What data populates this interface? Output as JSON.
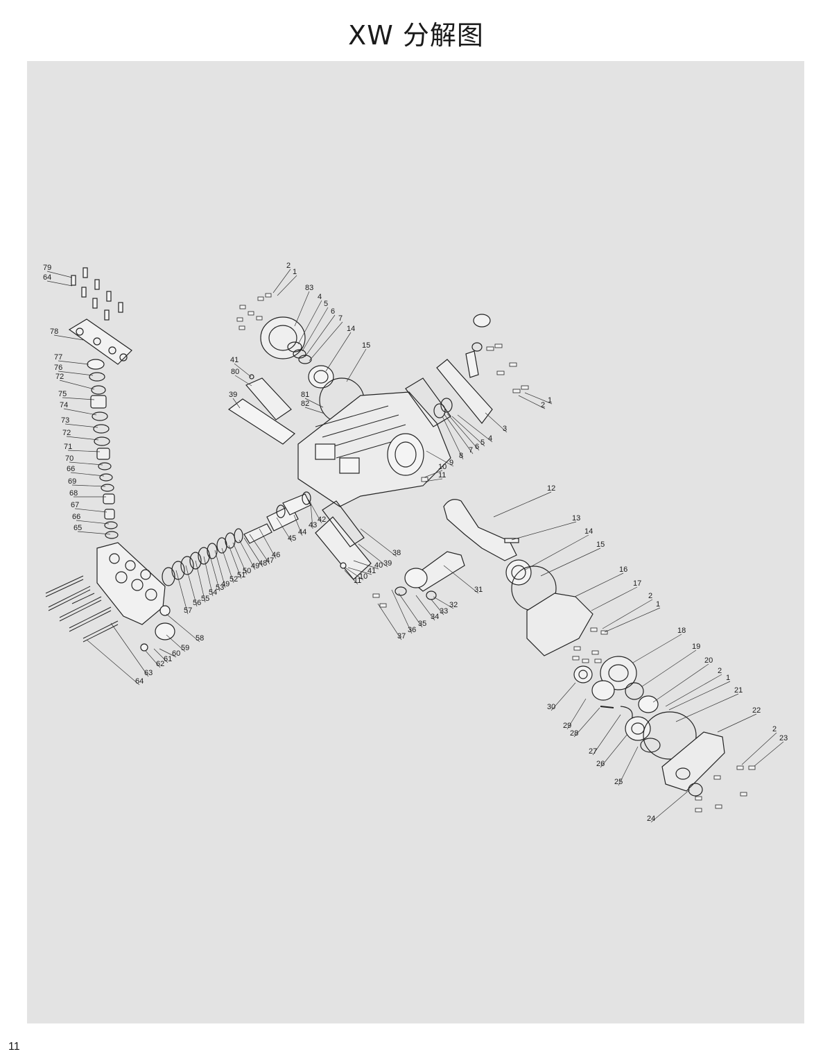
{
  "page": {
    "title": "XW 分解图",
    "page_number": "11"
  },
  "callouts": [
    {
      "text": "79"
    },
    {
      "text": "64"
    },
    {
      "text": "78"
    },
    {
      "text": "77"
    },
    {
      "text": "76"
    },
    {
      "text": "72"
    },
    {
      "text": "75"
    },
    {
      "text": "74"
    },
    {
      "text": "73"
    },
    {
      "text": "72"
    },
    {
      "text": "71"
    },
    {
      "text": "70"
    },
    {
      "text": "66"
    },
    {
      "text": "69"
    },
    {
      "text": "68"
    },
    {
      "text": "67"
    },
    {
      "text": "66"
    },
    {
      "text": "65"
    },
    {
      "text": "2"
    },
    {
      "text": "1"
    },
    {
      "text": "83"
    },
    {
      "text": "4"
    },
    {
      "text": "5"
    },
    {
      "text": "6"
    },
    {
      "text": "7"
    },
    {
      "text": "14"
    },
    {
      "text": "15"
    },
    {
      "text": "41"
    },
    {
      "text": "80"
    },
    {
      "text": "39"
    },
    {
      "text": "81"
    },
    {
      "text": "82"
    },
    {
      "text": "1"
    },
    {
      "text": "2"
    },
    {
      "text": "3"
    },
    {
      "text": "4"
    },
    {
      "text": "5"
    },
    {
      "text": "6"
    },
    {
      "text": "7"
    },
    {
      "text": "8"
    },
    {
      "text": "9"
    },
    {
      "text": "10"
    },
    {
      "text": "11"
    },
    {
      "text": "12"
    },
    {
      "text": "13"
    },
    {
      "text": "14"
    },
    {
      "text": "15"
    },
    {
      "text": "16"
    },
    {
      "text": "17"
    },
    {
      "text": "2"
    },
    {
      "text": "1"
    },
    {
      "text": "43"
    },
    {
      "text": "44"
    },
    {
      "text": "42"
    },
    {
      "text": "45"
    },
    {
      "text": "46"
    },
    {
      "text": "47"
    },
    {
      "text": "48"
    },
    {
      "text": "49"
    },
    {
      "text": "50"
    },
    {
      "text": "51"
    },
    {
      "text": "52"
    },
    {
      "text": "49"
    },
    {
      "text": "53"
    },
    {
      "text": "54"
    },
    {
      "text": "55"
    },
    {
      "text": "56"
    },
    {
      "text": "57"
    },
    {
      "text": "38"
    },
    {
      "text": "39"
    },
    {
      "text": "40"
    },
    {
      "text": "41"
    },
    {
      "text": "10"
    },
    {
      "text": "11"
    },
    {
      "text": "31"
    },
    {
      "text": "32"
    },
    {
      "text": "33"
    },
    {
      "text": "34"
    },
    {
      "text": "35"
    },
    {
      "text": "36"
    },
    {
      "text": "37"
    },
    {
      "text": "58"
    },
    {
      "text": "59"
    },
    {
      "text": "60"
    },
    {
      "text": "61"
    },
    {
      "text": "62"
    },
    {
      "text": "63"
    },
    {
      "text": "64"
    },
    {
      "text": "18"
    },
    {
      "text": "19"
    },
    {
      "text": "20"
    },
    {
      "text": "2"
    },
    {
      "text": "1"
    },
    {
      "text": "21"
    },
    {
      "text": "22"
    },
    {
      "text": "2"
    },
    {
      "text": "23"
    },
    {
      "text": "30"
    },
    {
      "text": "29"
    },
    {
      "text": "28"
    },
    {
      "text": "27"
    },
    {
      "text": "26"
    },
    {
      "text": "25"
    },
    {
      "text": "24"
    }
  ]
}
